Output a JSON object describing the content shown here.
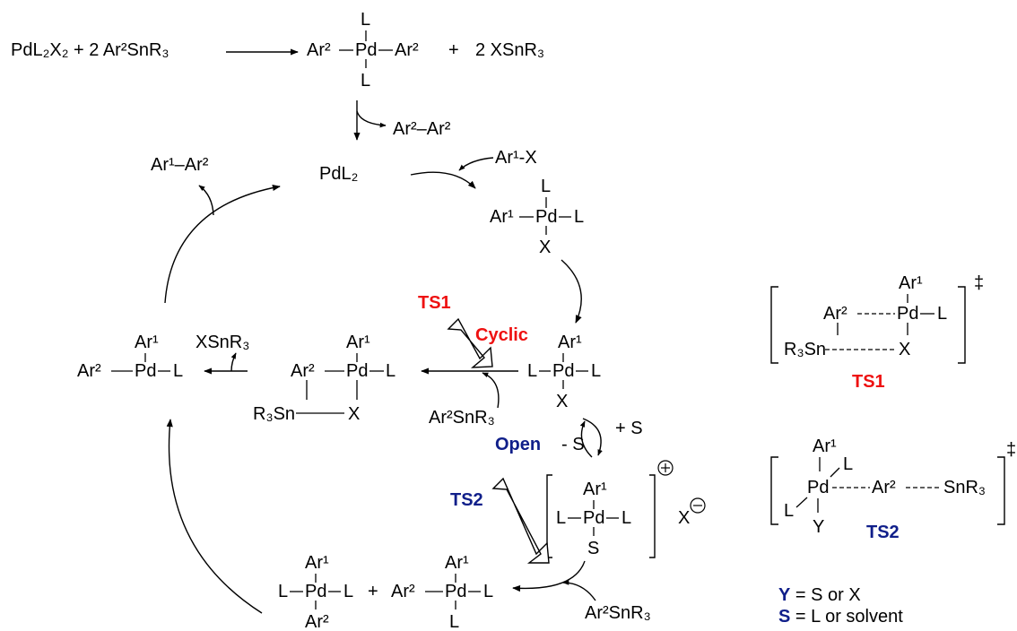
{
  "top": {
    "reagents": "PdL₂X₂ + 2 Ar²SnR₃",
    "ar2": "Ar²",
    "pd": "Pd",
    "l": "L",
    "plus": "+",
    "byproduct": "2 XSnR₃",
    "homocoupling": "Ar²–Ar²"
  },
  "cycle": {
    "catalyst": "PdL₂",
    "aryl_halide": "Ar¹-X",
    "product": "Ar¹–Ar²",
    "xsnr3": "XSnR₃",
    "stannane": "Ar²SnR₃",
    "cyclic_label": "Cyclic",
    "open_label": "Open",
    "minus_s": "- S",
    "plus_s": "+ S",
    "ts1": "TS1",
    "ts2": "TS2",
    "ar1": "Ar¹",
    "ar2": "Ar²",
    "pd": "Pd",
    "l": "L",
    "x": "X",
    "s": "S",
    "r3sn": "R₃Sn",
    "x_anion": "X",
    "plus": "+"
  },
  "legend": {
    "dagger": "‡",
    "ts1_label": "TS1",
    "ts2_label": "TS2",
    "snr3": "SnR₃",
    "y_key": "Y",
    "y_def": " = S or X",
    "s_key": "S",
    "s_def": " = L or solvent",
    "y": "Y"
  },
  "colors": {
    "red": "#ee1111",
    "blue": "#101f8a"
  }
}
